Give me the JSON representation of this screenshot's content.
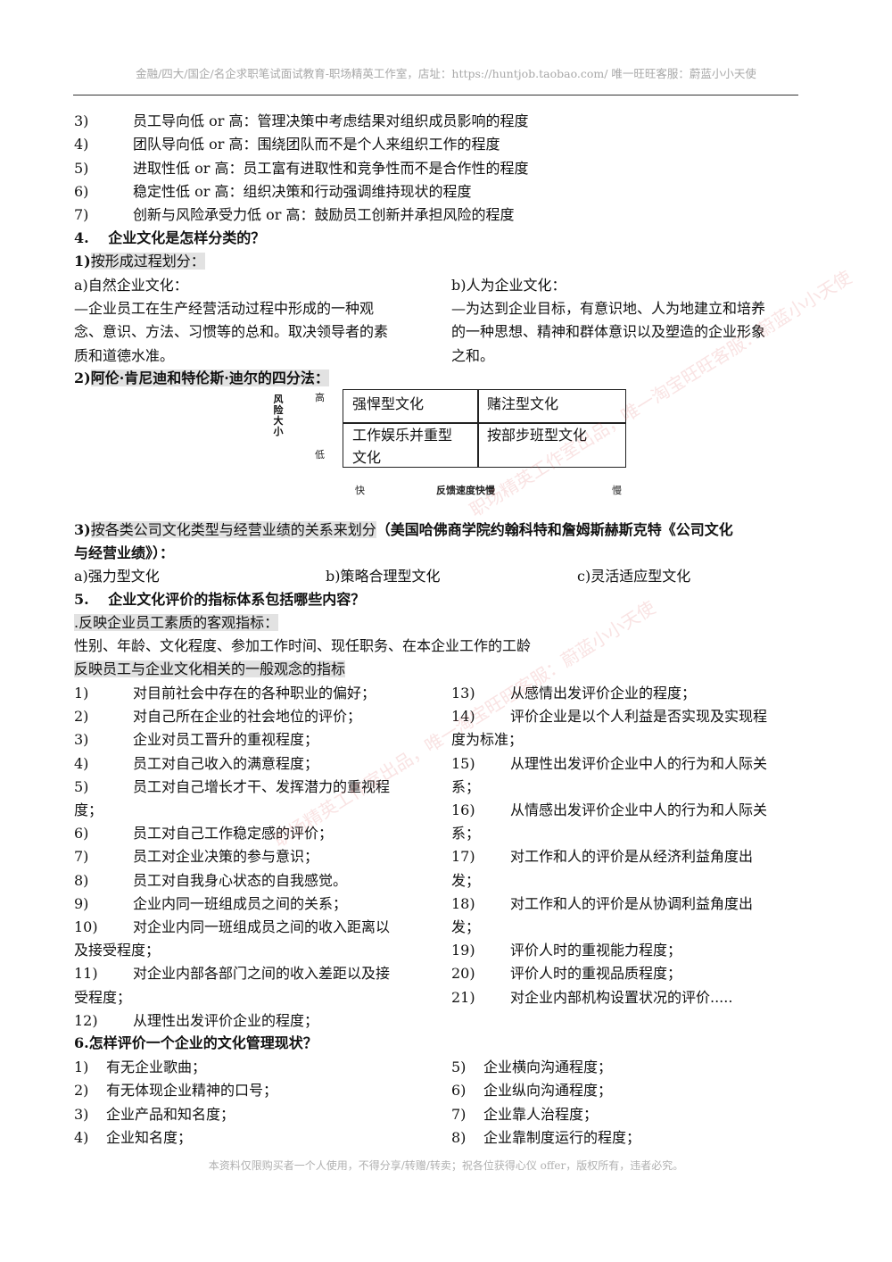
{
  "header": {
    "text": "金融/四大/国企/名企求职笔试面试教育-职场精英工作室，店址：https://huntjob.taobao.com/ 唯一旺旺客服：蔚蓝小小天使"
  },
  "footer": {
    "text": "本资料仅限购买者一个人使用，不得分享/转赠/转卖；祝各位获得心仪 offer，版权所有，违者必究。"
  },
  "dims": {
    "items": [
      {
        "num": "3)",
        "text": "员工导向低 or 高：管理决策中考虑结果对组织成员影响的程度"
      },
      {
        "num": "4)",
        "text": "团队导向低 or 高：围绕团队而不是个人来组织工作的程度"
      },
      {
        "num": "5)",
        "text": "进取性低 or 高：员工富有进取性和竞争性而不是合作性的程度"
      },
      {
        "num": "6)",
        "text": "稳定性低 or 高：组织决策和行动强调维持现状的程度"
      },
      {
        "num": "7)",
        "text": "创新与风险承受力低 or 高：鼓励员工创新并承担风险的程度"
      }
    ]
  },
  "q4": {
    "title": "4.　 企业文化是怎样分类的？",
    "s1": {
      "head": "按形成过程划分：",
      "headnum": "1)",
      "a_title": "a)自然企业文化：",
      "a_lines": [
        "—企业员工在生产经营活动过程中形成的一种观",
        "念、意识、方法、习惯等的总和。取决领导者的素",
        "质和道德水准。"
      ],
      "b_title": "b)人为企业文化：",
      "b_lines": [
        "—为达到企业目标，有意识地、人为地建立和培养",
        "的一种思想、精神和群体意识以及塑造的企业形象",
        "之和。"
      ]
    },
    "s2": {
      "headnum": "2)",
      "head": "阿伦·肯尼迪和特伦斯·迪尔的四分法：",
      "risk_label": "风险大小",
      "high": "高",
      "low": "低",
      "fast": "快",
      "slow": "慢",
      "feedback_label": "反馈速度快慢",
      "cells": {
        "tl": "强悍型文化",
        "tr": "赌注型文化",
        "bl1": "工作娱乐并重型",
        "bl2": "文化",
        "br": "按部步班型文化"
      }
    },
    "s3": {
      "headnum": "3)",
      "head": "按各类公司文化类型与经营业绩的关系来划分",
      "head_bold1": "（美国哈佛商学院约翰科特和詹姆斯赫斯克特《公司文化",
      "head_bold2": "与经营业绩》）：",
      "types": [
        "a)强力型文化",
        "b)策略合理型文化",
        "c)灵活适应型文化"
      ]
    }
  },
  "q5": {
    "title": "5.　 企业文化评价的指标体系包括哪些内容？",
    "obj_head": ".反映企业员工素质的客观指标：",
    "obj_items": "性别、年龄、文化程度、参加工作时间、现任职务、在本企业工作的工龄",
    "gen_head": "反映员工与企业文化相关的一般观念的指标",
    "left_items": [
      {
        "num": "1)",
        "lines": [
          "对目前社会中存在的各种职业的偏好；"
        ]
      },
      {
        "num": "2)",
        "lines": [
          "对自己所在企业的社会地位的评价；"
        ]
      },
      {
        "num": "3)",
        "lines": [
          "企业对员工晋升的重视程度；"
        ]
      },
      {
        "num": "4)",
        "lines": [
          "员工对自己收入的满意程度；"
        ]
      },
      {
        "num": "5)",
        "lines": [
          "员工对自己增长才干、发挥潜力的重视程",
          "度；"
        ]
      },
      {
        "num": "6)",
        "lines": [
          "员工对自己工作稳定感的评价；"
        ]
      },
      {
        "num": "7)",
        "lines": [
          "员工对企业决策的参与意识；"
        ]
      },
      {
        "num": "8)",
        "lines": [
          "员工对自我身心状态的自我感觉。"
        ]
      },
      {
        "num": "9)",
        "lines": [
          "企业内同一班组成员之间的关系；"
        ]
      },
      {
        "num": "10)",
        "lines": [
          "对企业内同一班组成员之间的收入距离以",
          "及接受程度；"
        ]
      },
      {
        "num": "11)",
        "lines": [
          "对企业内部各部门之间的收入差距以及接",
          "受程度；"
        ]
      },
      {
        "num": "12)",
        "lines": [
          "从理性出发评价企业的程度；"
        ]
      }
    ],
    "right_items": [
      {
        "num": "13)",
        "lines": [
          "从感情出发评价企业的程度；"
        ]
      },
      {
        "num": "14)",
        "lines": [
          "评价企业是以个人利益是否实现及实现程",
          "度为标准；"
        ]
      },
      {
        "num": "15)",
        "lines": [
          "从理性出发评价企业中人的行为和人际关",
          "系；"
        ]
      },
      {
        "num": "16)",
        "lines": [
          "从情感出发评价企业中人的行为和人际关",
          "系；"
        ]
      },
      {
        "num": "17)",
        "lines": [
          "对工作和人的评价是从经济利益角度出",
          "发；"
        ]
      },
      {
        "num": "18)",
        "lines": [
          "对工作和人的评价是从协调利益角度出",
          "发；"
        ]
      },
      {
        "num": "19)",
        "lines": [
          "评价人时的重视能力程度；"
        ]
      },
      {
        "num": "20)",
        "lines": [
          "评价人时的重视品质程度；"
        ]
      },
      {
        "num": "21)",
        "lines": [
          "对企业内部机构设置状况的评价....."
        ]
      }
    ]
  },
  "q6": {
    "title": "6.怎样评价一个企业的文化管理现状？",
    "left_items": [
      {
        "num": "1)",
        "text": "有无企业歌曲；"
      },
      {
        "num": "2)",
        "text": "有无体现企业精神的口号；"
      },
      {
        "num": "3)",
        "text": "企业产品和知名度；"
      },
      {
        "num": "4)",
        "text": "企业知名度；"
      }
    ],
    "right_items": [
      {
        "num": "5)",
        "text": "企业横向沟通程度；"
      },
      {
        "num": "6)",
        "text": "企业纵向沟通程度；"
      },
      {
        "num": "7)",
        "text": "企业靠人治程度；"
      },
      {
        "num": "8)",
        "text": "企业靠制度运行的程度；"
      }
    ]
  },
  "watermark": {
    "text": "职场精英工作室出品，唯一淘宝旺旺客服：蔚蓝小小天使"
  }
}
